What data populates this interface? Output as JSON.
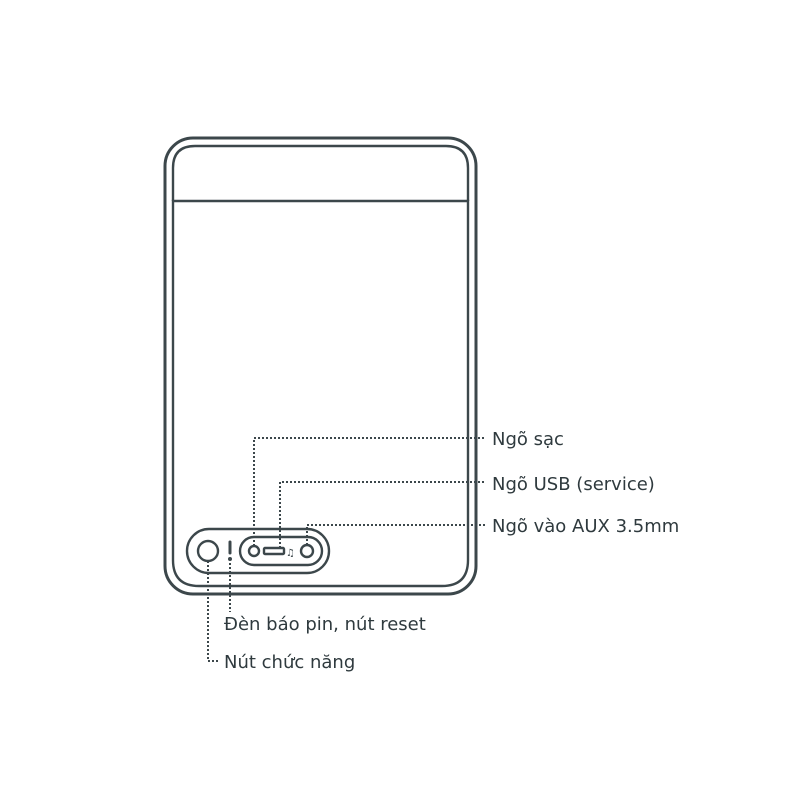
{
  "labels": {
    "charging_port": "Ngõ sạc",
    "usb_service_port": "Ngõ USB (service)",
    "aux_input": "Ngõ vào AUX 3.5mm",
    "battery_led_reset": "Đèn báo pin, nút reset",
    "function_button": "Nút chức năng"
  },
  "icons": {
    "aux_symbol": "music-note-icon"
  },
  "colors": {
    "line": "#3c474b",
    "text": "#2f3a3e"
  }
}
